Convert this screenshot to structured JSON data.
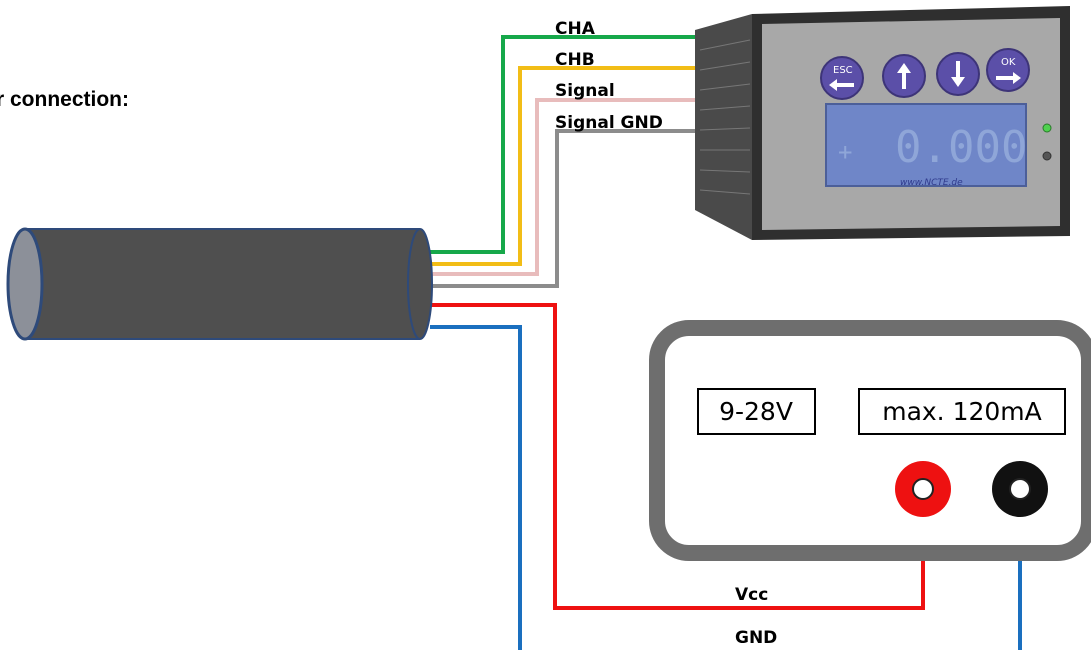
{
  "heading": "r connection:",
  "wires": {
    "cha": "CHA",
    "chb": "CHB",
    "signal": "Signal",
    "signal_gnd": "Signal GND",
    "vcc": "Vcc",
    "gnd": "GND"
  },
  "display": {
    "buttons": {
      "esc": "ESC",
      "ok": "OK"
    },
    "reading": "0.000",
    "sign": "+",
    "brand": "www.NCTE.de"
  },
  "power_supply": {
    "voltage": "9-28V",
    "current": "max. 120mA"
  },
  "colors": {
    "cha": "#16a84a",
    "chb": "#f2bd16",
    "signal": "#e8bcbc",
    "signal_gnd": "#8c8c8c",
    "vcc": "#ee1111",
    "gnd": "#1a6fbf",
    "cable": "#4f4f4f",
    "cable_outline": "#2e4a7a",
    "psu_frame": "#6e6e6e",
    "display_panel": "#a8a8a8",
    "lcd": "#6f86c8",
    "button": "#5b4fa8"
  }
}
